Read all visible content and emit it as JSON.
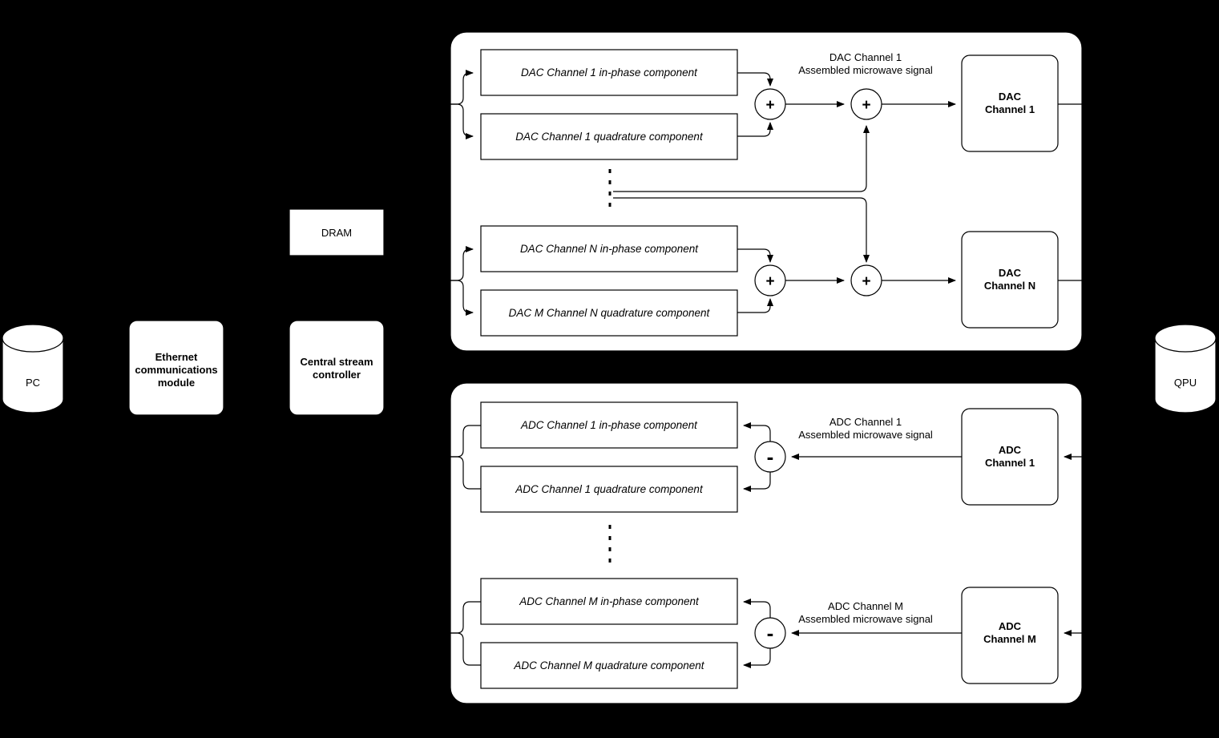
{
  "diagram": {
    "title": "Quantum control hardware signal flow block diagram",
    "background_color": "#000000",
    "shape_fill": "#ffffff",
    "stroke_color": "#000000"
  },
  "left_column": {
    "pc": {
      "label": "PC",
      "shape": "cylinder"
    },
    "ethernet": {
      "label": "Ethernet\ncommunications\nmodule",
      "shape": "rounded-rect"
    },
    "dram": {
      "label": "DRAM",
      "shape": "rect"
    },
    "controller": {
      "label": "Central stream\ncontroller",
      "shape": "rounded-rect"
    }
  },
  "right_column": {
    "qpu": {
      "label": "QPU",
      "shape": "cylinder"
    }
  },
  "dac_section": {
    "name": "dac-container",
    "rows": [
      {
        "in_phase": "DAC Channel 1 in-phase component",
        "quadrature": "DAC Channel 1 quadrature component",
        "signal_label": "DAC Channel 1\nAssembled microwave signal",
        "output_box": "DAC\nChannel 1",
        "sum1_symbol": "+",
        "sum2_symbol": "+"
      },
      {
        "in_phase": "DAC Channel N in-phase component",
        "quadrature": "DAC M Channel N quadrature component",
        "signal_label": "",
        "output_box": "DAC\nChannel N",
        "sum1_symbol": "+",
        "sum2_symbol": "+"
      }
    ]
  },
  "adc_section": {
    "name": "adc-container",
    "rows": [
      {
        "in_phase": "ADC Channel 1 in-phase component",
        "quadrature": "ADC Channel 1 quadrature component",
        "signal_label": "ADC Channel 1\nAssembled microwave signal",
        "input_box": "ADC\nChannel 1",
        "split_symbol": "-"
      },
      {
        "in_phase": "ADC Channel M in-phase component",
        "quadrature": "ADC Channel M quadrature component",
        "signal_label": "ADC Channel M\nAssembled microwave signal",
        "input_box": "ADC\nChannel M",
        "split_symbol": "-"
      }
    ]
  },
  "ellipsis": {
    "dac": "vertical-dashed-ellipsis",
    "adc": "vertical-dashed-ellipsis"
  }
}
